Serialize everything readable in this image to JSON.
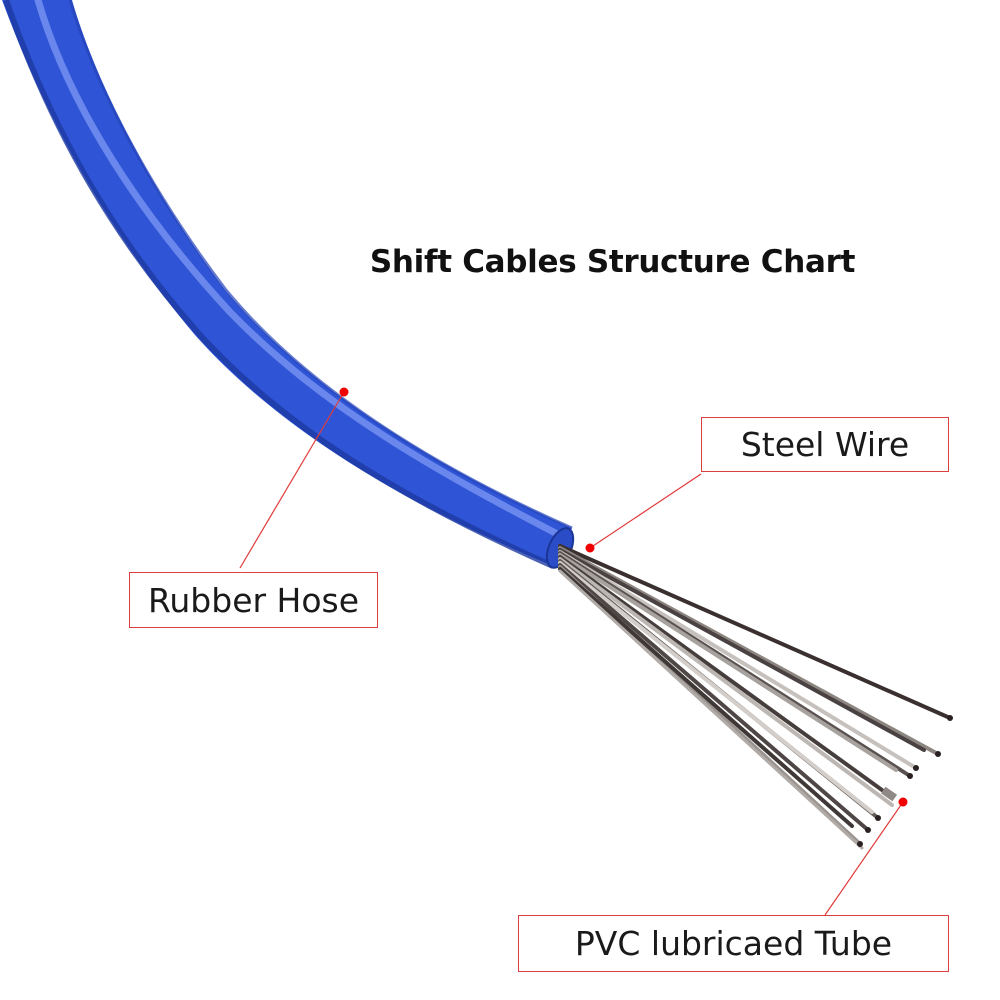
{
  "title": "Shift Cables Structure Chart",
  "labels": {
    "steel_wire": "Steel Wire",
    "rubber_hose": "Rubber Hose",
    "pvc_tube": "PVC lubricaed Tube"
  },
  "colors": {
    "hose_blue": "#2f55d6",
    "hose_highlight": "#6f8df2",
    "hose_shadow": "#1f3fae",
    "wire_dark": "#3c3434",
    "wire_light": "#b8b2ae",
    "leader_line": "#e03a3a",
    "marker_dot": "#f00000",
    "box_border": "#d94040"
  }
}
